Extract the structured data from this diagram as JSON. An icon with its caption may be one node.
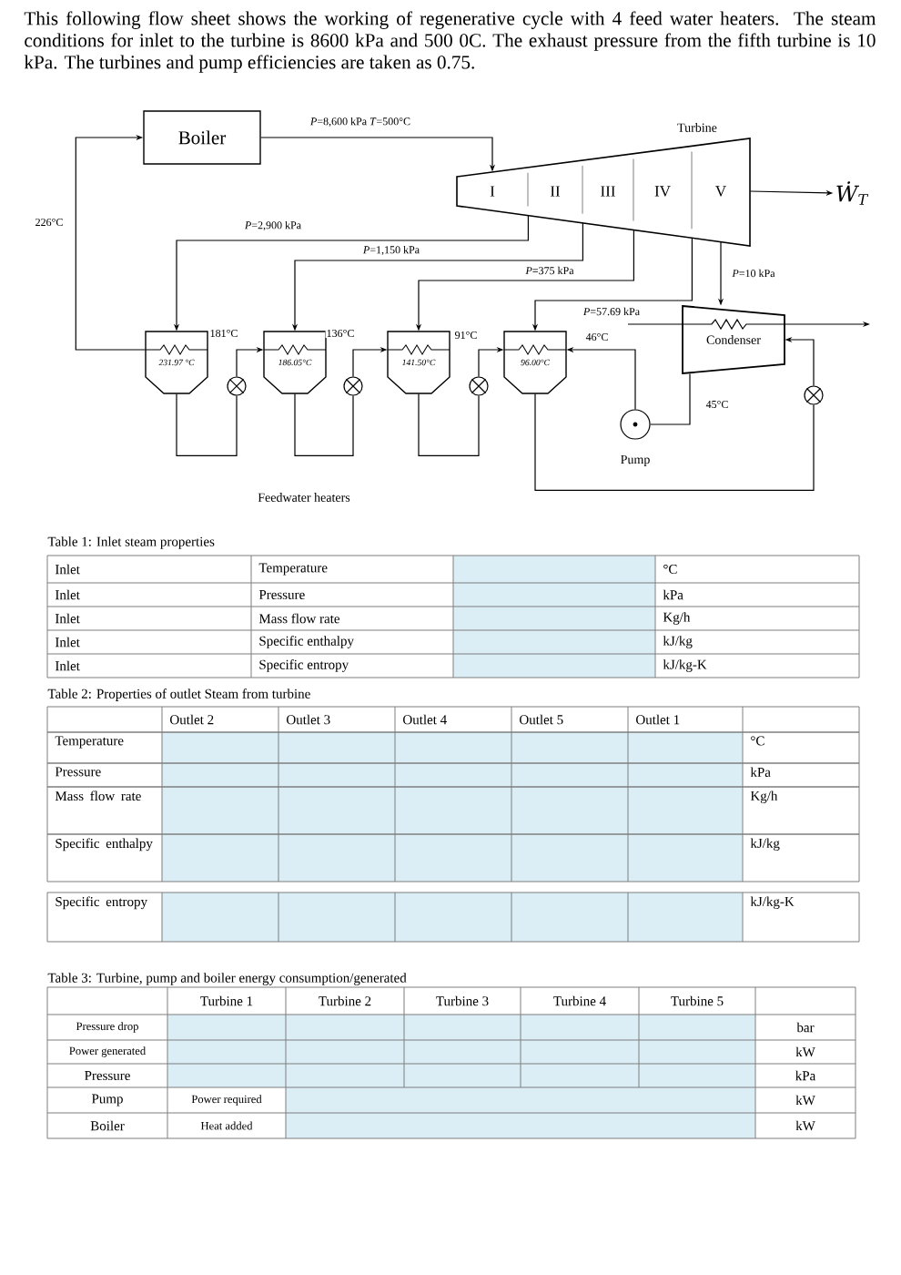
{
  "diagram": {
    "title": "This following flow sheet shows the working of regenerative cycle with 4 feed water heaters. The steam conditions for inlet to the turbine is 8600 kPa and 500 0C. The exhaust pressure from the fifth turbine is 10 kPa. The turbines and pump efficiencies are taken as 0.75.",
    "nodes": [
      {
        "text": [
          "Boiler"
        ]
      },
      {
        "text": [
          "Turbine"
        ]
      },
      {
        "text": [
          "I"
        ],
        "in": 1
      },
      {
        "text": [
          "II"
        ],
        "in": 1
      },
      {
        "text": [
          "III"
        ],
        "in": 1
      },
      {
        "text": [
          "IV"
        ],
        "in": 1
      },
      {
        "text": [
          "V"
        ],
        "in": 1
      },
      {
        "text": [
          "Ẇ$_{T}$"
        ]
      },
      {
        "text": [
          "231.97 °C"
        ]
      },
      {
        "text": [
          "186.05°C"
        ]
      },
      {
        "text": [
          "141.50°C"
        ]
      },
      {
        "text": [
          "96.00°C"
        ]
      },
      {
        "text": [
          "Condenser"
        ]
      },
      {
        "text": [
          "Pump"
        ]
      },
      {
        "text": [],
        "shape": "valve"
      },
      {
        "text": [],
        "shape": "valve"
      },
      {
        "text": [],
        "shape": "valve"
      },
      {
        "text": [],
        "shape": "valve"
      }
    ],
    "edges": [
      {
        "from": 0,
        "to": 2,
        "arrow": "to",
        "label": "*P*=8,600 kPa *T*=500°C"
      },
      {
        "from": 2,
        "to": 8,
        "arrow": "to",
        "label": "*P*=2,900 kPa"
      },
      {
        "from": 3,
        "to": 9,
        "arrow": "to",
        "label": "*P*=1,150 kPa"
      },
      {
        "from": 4,
        "to": 10,
        "arrow": "to",
        "label": "*P*=375 kPa"
      },
      {
        "from": 5,
        "to": 11,
        "arrow": "to",
        "label": "*P*=57.69 kPa"
      },
      {
        "from": 6,
        "to": 12,
        "arrow": "to",
        "label": "*P*=10 kPa"
      },
      {
        "from": 6,
        "to": 7,
        "arrow": "to"
      },
      {
        "from": 8,
        "to": 0,
        "arrow": "to",
        "label": "226°C"
      },
      {
        "from": 8,
        "to": 14,
        "arrow": "none"
      },
      {
        "from": 14,
        "to": 9,
        "arrow": "to",
        "label": "181°C"
      },
      {
        "from": 9,
        "to": 15,
        "arrow": "none"
      },
      {
        "from": 15,
        "to": 10,
        "arrow": "to",
        "label": "136°C"
      },
      {
        "from": 10,
        "to": 16,
        "arrow": "none"
      },
      {
        "from": 16,
        "to": 11,
        "arrow": "to",
        "label": "91°C"
      },
      {
        "from": 11,
        "to": 17,
        "arrow": "none"
      },
      {
        "from": 17,
        "to": 12,
        "arrow": "to"
      },
      {
        "from": 12,
        "to": 13,
        "arrow": "none",
        "label": "45°C"
      },
      {
        "from": 13,
        "to": 11,
        "arrow": "to",
        "label": "46°C"
      }
    ],
    "labels": [
      "Feedwater heaters",
      "Table 1: Inlet steam properties",
      "Inlet",
      "Temperature",
      "°C",
      "Inlet",
      "Pressure",
      "kPa",
      "Inlet",
      "Mass flow rate",
      "Kg/h",
      "Inlet",
      "Specific enthalpy",
      "kJ/kg",
      "Inlet",
      "Specific entropy",
      "kJ/kg-K",
      "Table 2: Properties of outlet Steam from turbine",
      "Outlet 2",
      "Outlet 3",
      "Outlet 4",
      "Outlet 5",
      "Outlet 1",
      "Temperature",
      "°C",
      "Pressure",
      "kPa",
      "Mass flow rate",
      "Kg/h",
      "Specific enthalpy",
      "kJ/kg",
      "Specific entropy",
      "kJ/kg-K",
      "Table 3: Turbine, pump and boiler energy consumption/generated",
      "Turbine 1",
      "Turbine 2",
      "Turbine 3",
      "Turbine 4",
      "Turbine 5",
      "Pressure drop",
      "bar",
      "Power generated",
      "kW",
      "Pressure",
      "kPa",
      "Pump",
      "Power required",
      "kW",
      "Boiler",
      "Heat added",
      "kW"
    ]
  }
}
